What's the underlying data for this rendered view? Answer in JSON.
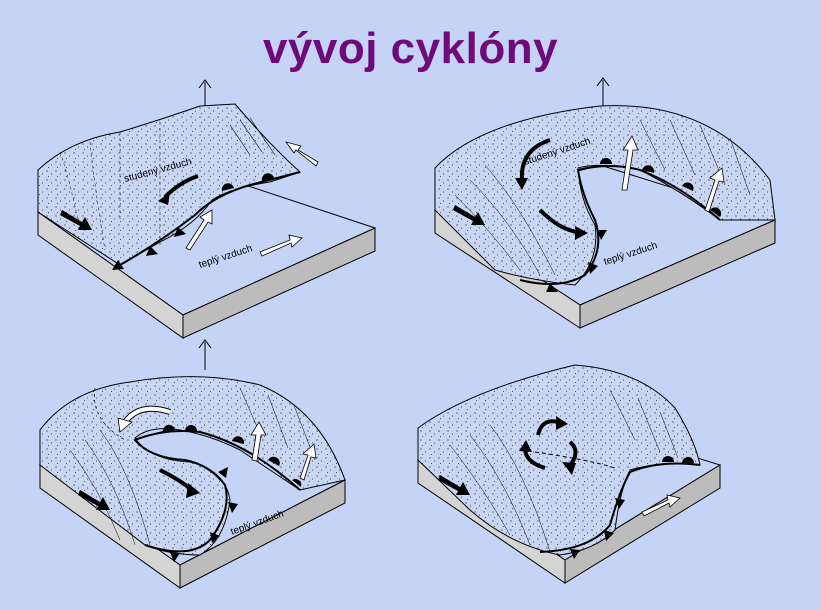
{
  "title": "vývoj cyklóny",
  "labels": {
    "cold_air": "studený vzduch",
    "warm_air": "teplý vzduch"
  },
  "colors": {
    "background": "#c4d3f6",
    "title": "#6f0a7a",
    "air_mass_fill": "#c9d6f3",
    "block_side": "#d2d2d2"
  }
}
